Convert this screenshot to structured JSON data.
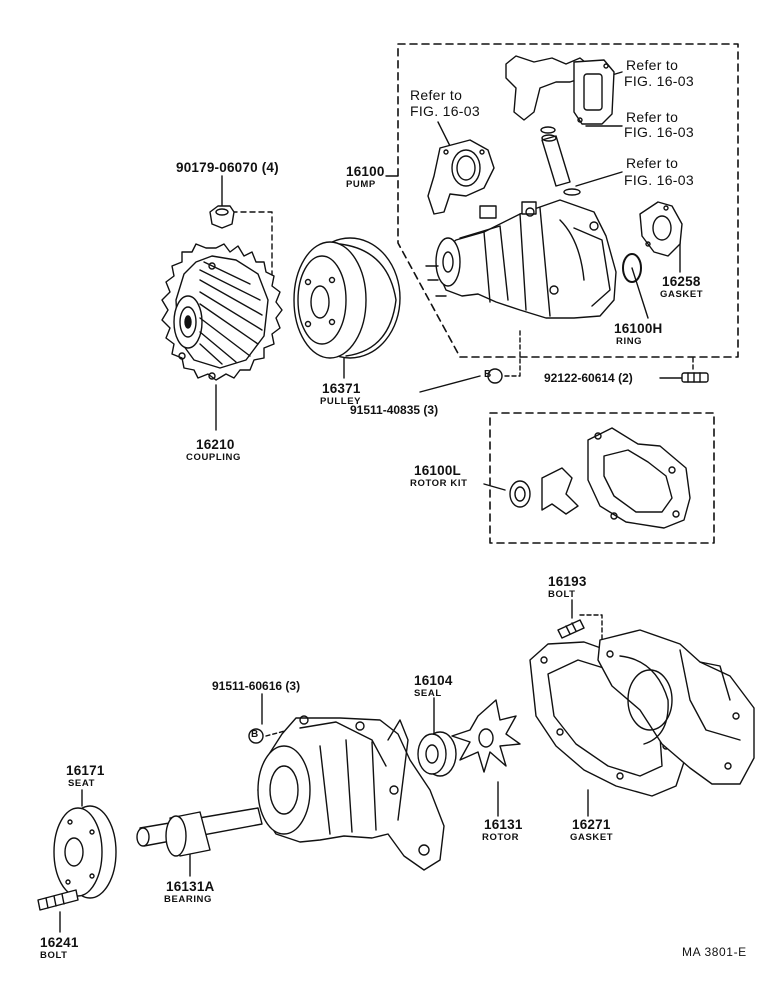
{
  "refs": {
    "refer_to": "Refer to",
    "fig": "FIG. 16-03"
  },
  "parts": {
    "p90179": "90179-06070 (4)",
    "p16100": "16100",
    "p16100_name": "PUMP",
    "p16210": "16210",
    "p16210_name": "COUPLING",
    "p16371": "16371",
    "p16371_name": "PULLEY",
    "p16258": "16258",
    "p16258_name": "GASKET",
    "p16100H": "16100H",
    "p16100H_name": "RING",
    "p92122": "92122-60614 (2)",
    "p91511a": "91511-40835 (3)",
    "p16100L": "16100L",
    "p16100L_name": "ROTOR KIT",
    "p16193": "16193",
    "p16193_name": "BOLT",
    "p91511b": "91511-60616 (3)",
    "p16104": "16104",
    "p16104_name": "SEAL",
    "p16171": "16171",
    "p16171_name": "SEAT",
    "p16131": "16131",
    "p16131_name": "ROTOR",
    "p16271": "16271",
    "p16271_name": "GASKET",
    "p16131A": "16131A",
    "p16131A_name": "BEARING",
    "p16241": "16241",
    "p16241_name": "BOLT",
    "callout_b": "B"
  },
  "footer": {
    "code": "MA 3801-E"
  }
}
